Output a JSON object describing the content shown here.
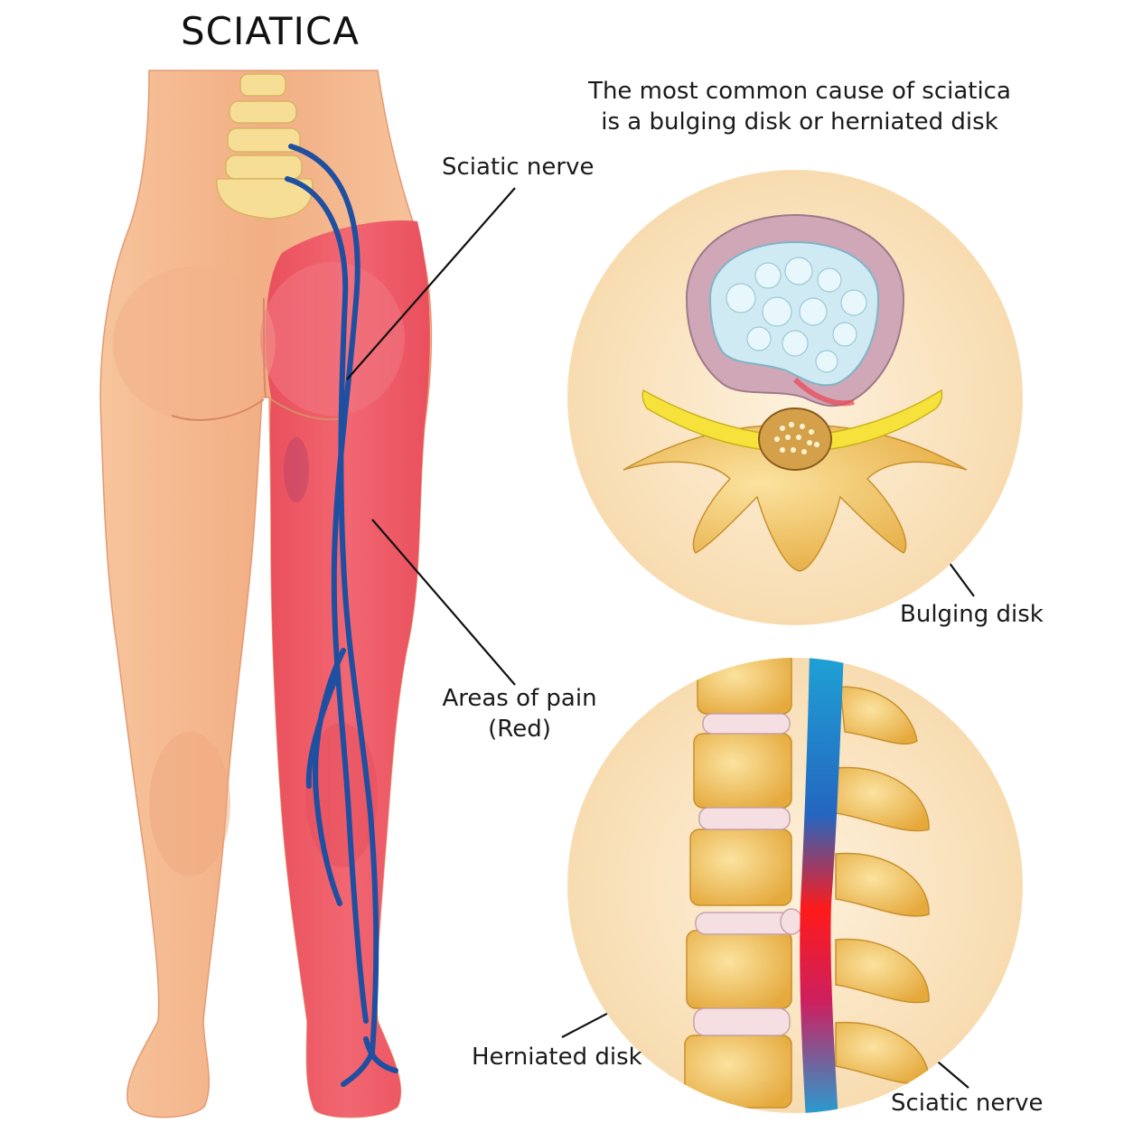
{
  "title": "SCIATICA",
  "intro": "The most common cause of sciatica is a bulging disk or herniated disk",
  "labels": {
    "sciatic_nerve_top": "Sciatic nerve",
    "areas_of_pain": "Areas of pain (Red)",
    "bulging_disk": "Bulging disk",
    "herniated_disk": "Herniated disk",
    "sciatic_nerve_bottom": "Sciatic nerve"
  },
  "colors": {
    "skin": "#f4b88e",
    "pain_red": "#ef5a66",
    "nerve_blue": "#1f4fa0",
    "bone": "#f0c05a",
    "disc_nucleus": "#cfeaf3",
    "inset_background": "#fbe8c8"
  }
}
